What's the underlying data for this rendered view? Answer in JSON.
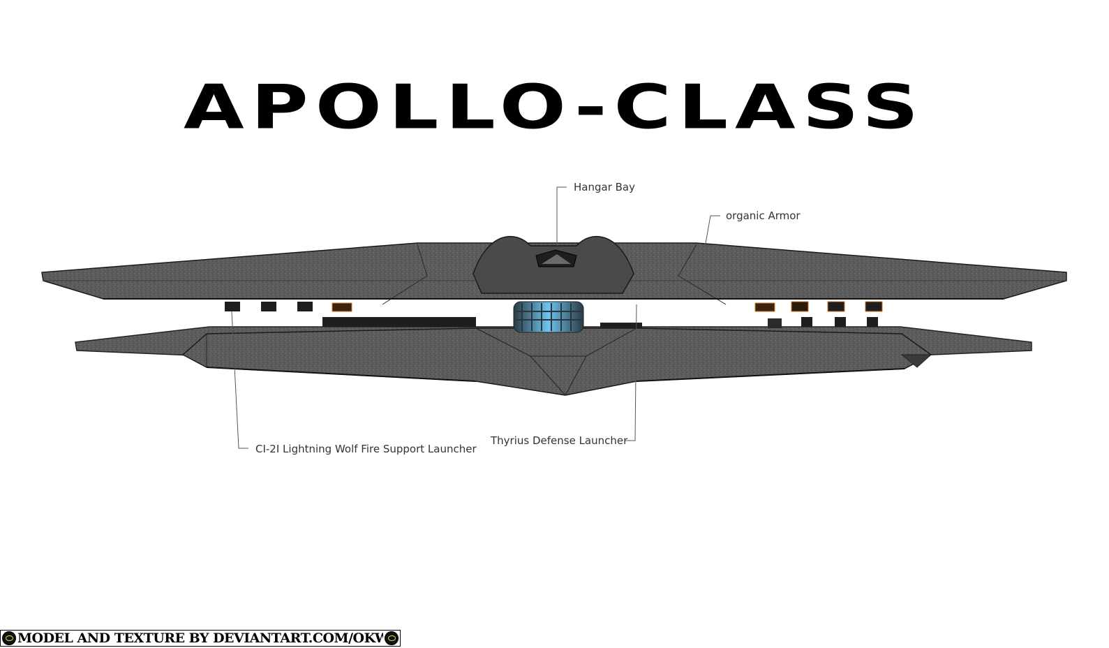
{
  "title": "APOLLO-CLASS",
  "labels": {
    "hangar_bay": "Hangar Bay",
    "organic_armor": "organic Armor",
    "lightning_wolf": "CI-2I Lightning Wolf Fire Support Launcher",
    "thyrius": "Thyrius Defense Launcher"
  },
  "credit": "MODEL AND TEXTURE BY DEVIANTART.COM/OKWA",
  "icons": [
    "okwa-emblem-icon"
  ],
  "colors": {
    "hull": "#5a5a5a",
    "hull_dark": "#3a3a3a",
    "core_glow": "#6fc4ee",
    "launcher_accent": "#d77a2a"
  }
}
